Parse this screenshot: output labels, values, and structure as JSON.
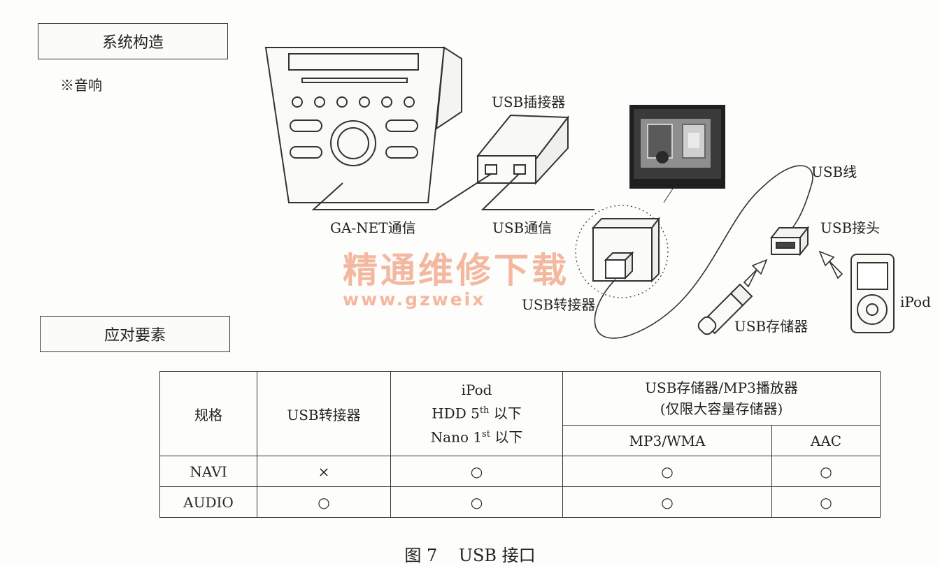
{
  "headings": {
    "system": "系统构造",
    "note": "※音响",
    "factors": "应对要素"
  },
  "labels": {
    "usb_connector": "USB插接器",
    "ganet": "GA-NET通信",
    "usb_comm": "USB通信",
    "usb_adapter": "USB转接器",
    "usb_cable": "USB线",
    "usb_plug": "USB接头",
    "usb_storage": "USB存储器",
    "ipod": "iPod"
  },
  "watermark": {
    "text": "精通维修下载",
    "url": "www.gzweix"
  },
  "table": {
    "spec": "规格",
    "col_adapter": "USB转接器",
    "ipod_l1": "iPod",
    "ipod_l2": "HDD 5",
    "ipod_l2_sup": "th",
    "ipod_l2_tail": " 以下",
    "ipod_l3": "Nano 1",
    "ipod_l3_sup": "st",
    "ipod_l3_tail": " 以下",
    "storage_l1": "USB存储器/MP3播放器",
    "storage_l2": "(仅限大容量存储器)",
    "mp3": "MP3/WMA",
    "aac": "AAC",
    "rows": [
      {
        "name": "NAVI",
        "adapter": "×",
        "ipod": "○",
        "mp3": "○",
        "aac": "○"
      },
      {
        "name": "AUDIO",
        "adapter": "○",
        "ipod": "○",
        "mp3": "○",
        "aac": "○"
      }
    ]
  },
  "caption": "图 7    USB 接口"
}
